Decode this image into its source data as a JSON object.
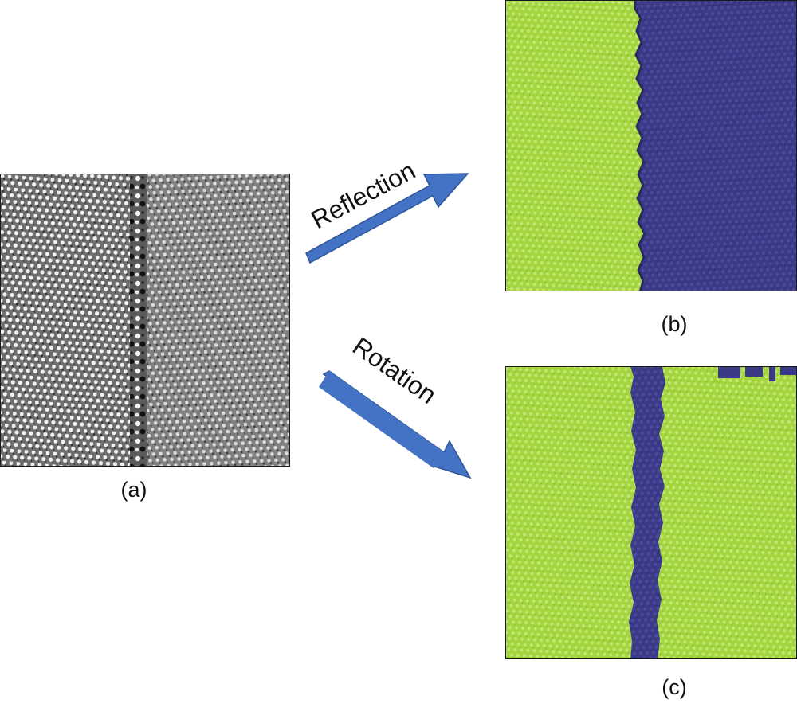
{
  "captions": {
    "a": "(a)",
    "b": "(b)",
    "c": "(c)"
  },
  "arrows": {
    "top_label": "Reflection",
    "bottom_label": "Rotation"
  },
  "colors": {
    "arrow": "#4472c4",
    "arrow_edge": "#2f5597",
    "phase_green": "#a5d742",
    "phase_purple": "#3c3c8c",
    "stem_background": "#7d7d7d"
  }
}
